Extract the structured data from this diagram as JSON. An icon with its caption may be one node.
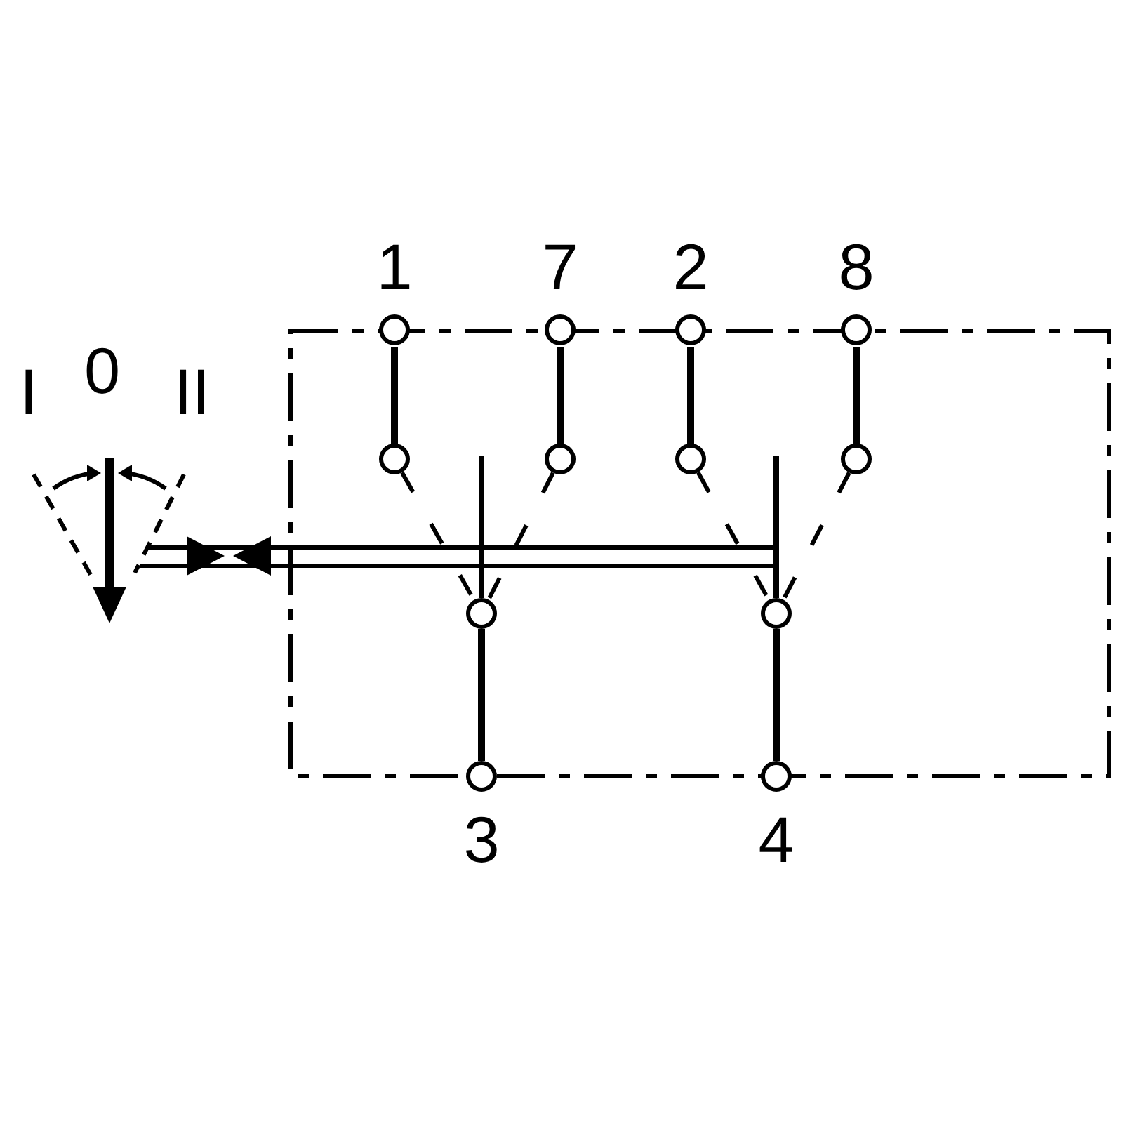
{
  "diagram": {
    "nodes": [
      {
        "text": [],
        "shape": "box"
      },
      {
        "text": [
          "1"
        ]
      },
      {
        "text": [
          "7"
        ]
      },
      {
        "text": [
          "2"
        ]
      },
      {
        "text": [
          "8"
        ]
      },
      {
        "text": [],
        "shape": "circle",
        "in": 0
      },
      {
        "text": [],
        "shape": "circle",
        "in": 0
      },
      {
        "text": [],
        "shape": "circle",
        "in": 0
      },
      {
        "text": [],
        "shape": "circle",
        "in": 0
      },
      {
        "text": [],
        "shape": "circle",
        "in": 0
      },
      {
        "text": [],
        "shape": "circle",
        "in": 0
      },
      {
        "text": [
          "3"
        ]
      },
      {
        "text": [
          "4"
        ]
      }
    ],
    "edges": [
      {
        "from": 1,
        "to": 5,
        "arrow": "none"
      },
      {
        "from": 2,
        "to": 6,
        "arrow": "none"
      },
      {
        "from": 3,
        "to": 7,
        "arrow": "none"
      },
      {
        "from": 4,
        "to": 8,
        "arrow": "none"
      },
      {
        "from": 5,
        "to": 9,
        "arrow": "none",
        "style": "dashed"
      },
      {
        "from": 6,
        "to": 9,
        "arrow": "none",
        "style": "dashed"
      },
      {
        "from": 7,
        "to": 10,
        "arrow": "none",
        "style": "dashed"
      },
      {
        "from": 8,
        "to": 10,
        "arrow": "none",
        "style": "dashed"
      },
      {
        "from": 9,
        "to": 11,
        "arrow": "none"
      },
      {
        "from": 10,
        "to": 12,
        "arrow": "none"
      }
    ],
    "labels": [
      "I",
      "0",
      "II"
    ]
  }
}
